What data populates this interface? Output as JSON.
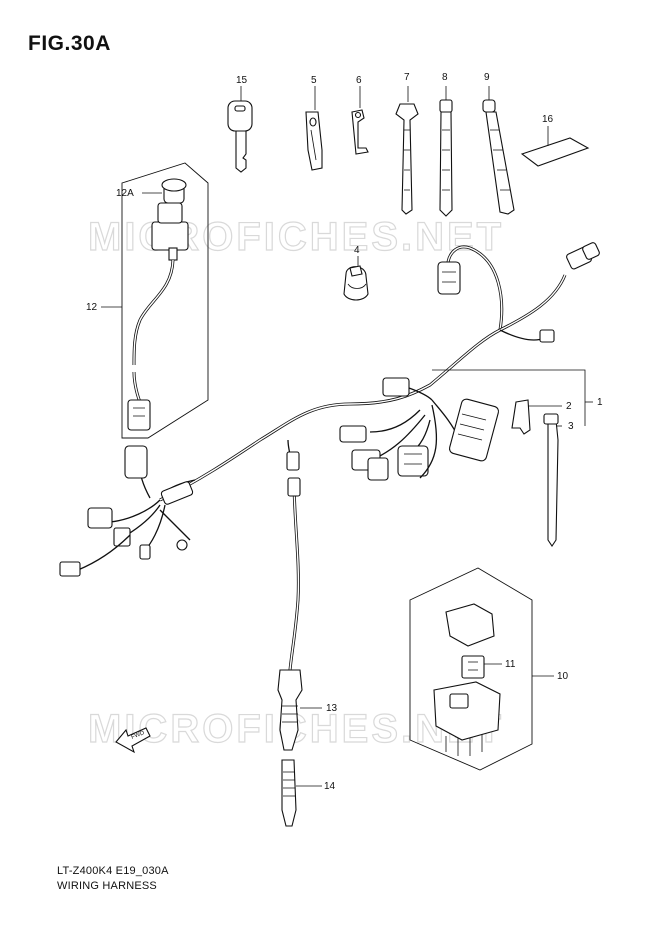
{
  "figure": {
    "title": "FIG.30A",
    "model_code": "LT-Z400K4 E19_030A",
    "name": "WIRING HARNESS"
  },
  "watermark": "MICROFICHES.NET",
  "direction_mark": "FWD",
  "callouts": {
    "p15": "15",
    "p5": "5",
    "p6": "6",
    "p7": "7",
    "p8": "8",
    "p9": "9",
    "p16": "16",
    "p12A": "12A",
    "p12": "12",
    "p4": "4",
    "p1": "1",
    "p2": "2",
    "p3": "3",
    "p11": "11",
    "p10": "10",
    "p13": "13",
    "p14": "14"
  }
}
